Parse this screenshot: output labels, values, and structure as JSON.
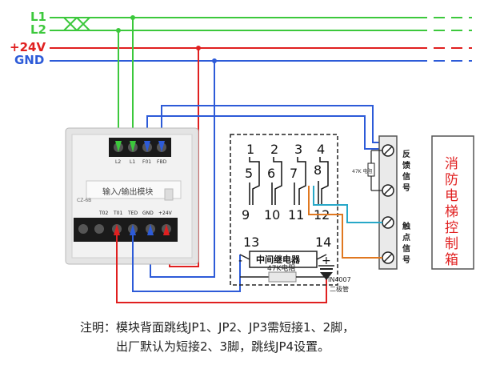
{
  "buses": {
    "l1": "L1",
    "l2": "L2",
    "p24": "+24V",
    "gnd": "GND"
  },
  "module": {
    "title": "输入/输出模块",
    "model": "CZ-6B",
    "top_terminals": [
      "L2",
      "L1",
      "F01",
      "FBD"
    ],
    "bottom_terminals": [
      "T02",
      "T01",
      "TED",
      "GND",
      "+24V"
    ]
  },
  "relay": {
    "pins_top": [
      "1",
      "2",
      "3",
      "4"
    ],
    "pins_mid": [
      "5",
      "6",
      "7",
      "8"
    ],
    "pins_bottom": [
      "9",
      "10",
      "11",
      "12"
    ],
    "pin13": "13",
    "pin14": "14",
    "minus": "-",
    "plus": "+",
    "name": "中间继电器"
  },
  "resistor_label": "47K电阻",
  "diode_model": "IN4007",
  "diode_label": "二极管",
  "small_resistor_label": "47K 电阻",
  "elevator_panel": {
    "title_chars": [
      "消",
      "防",
      "电",
      "梯",
      "控",
      "制",
      "箱"
    ],
    "feedback_chars": [
      "反",
      "馈",
      "信",
      "号"
    ],
    "contact_chars": [
      "触",
      "点",
      "信",
      "号"
    ]
  },
  "note": {
    "line1": "注明：模块背面跳线JP1、JP2、JP3需短接1、2脚，",
    "line2": "出厂默认为短接2、3脚，跳线JP4设置。"
  },
  "colors": {
    "green": "#3cc83c",
    "red": "#e02020",
    "blue": "#2d5bd8",
    "orange": "#e07820",
    "cyan": "#28a8c8",
    "panel_title": "#e02020"
  }
}
